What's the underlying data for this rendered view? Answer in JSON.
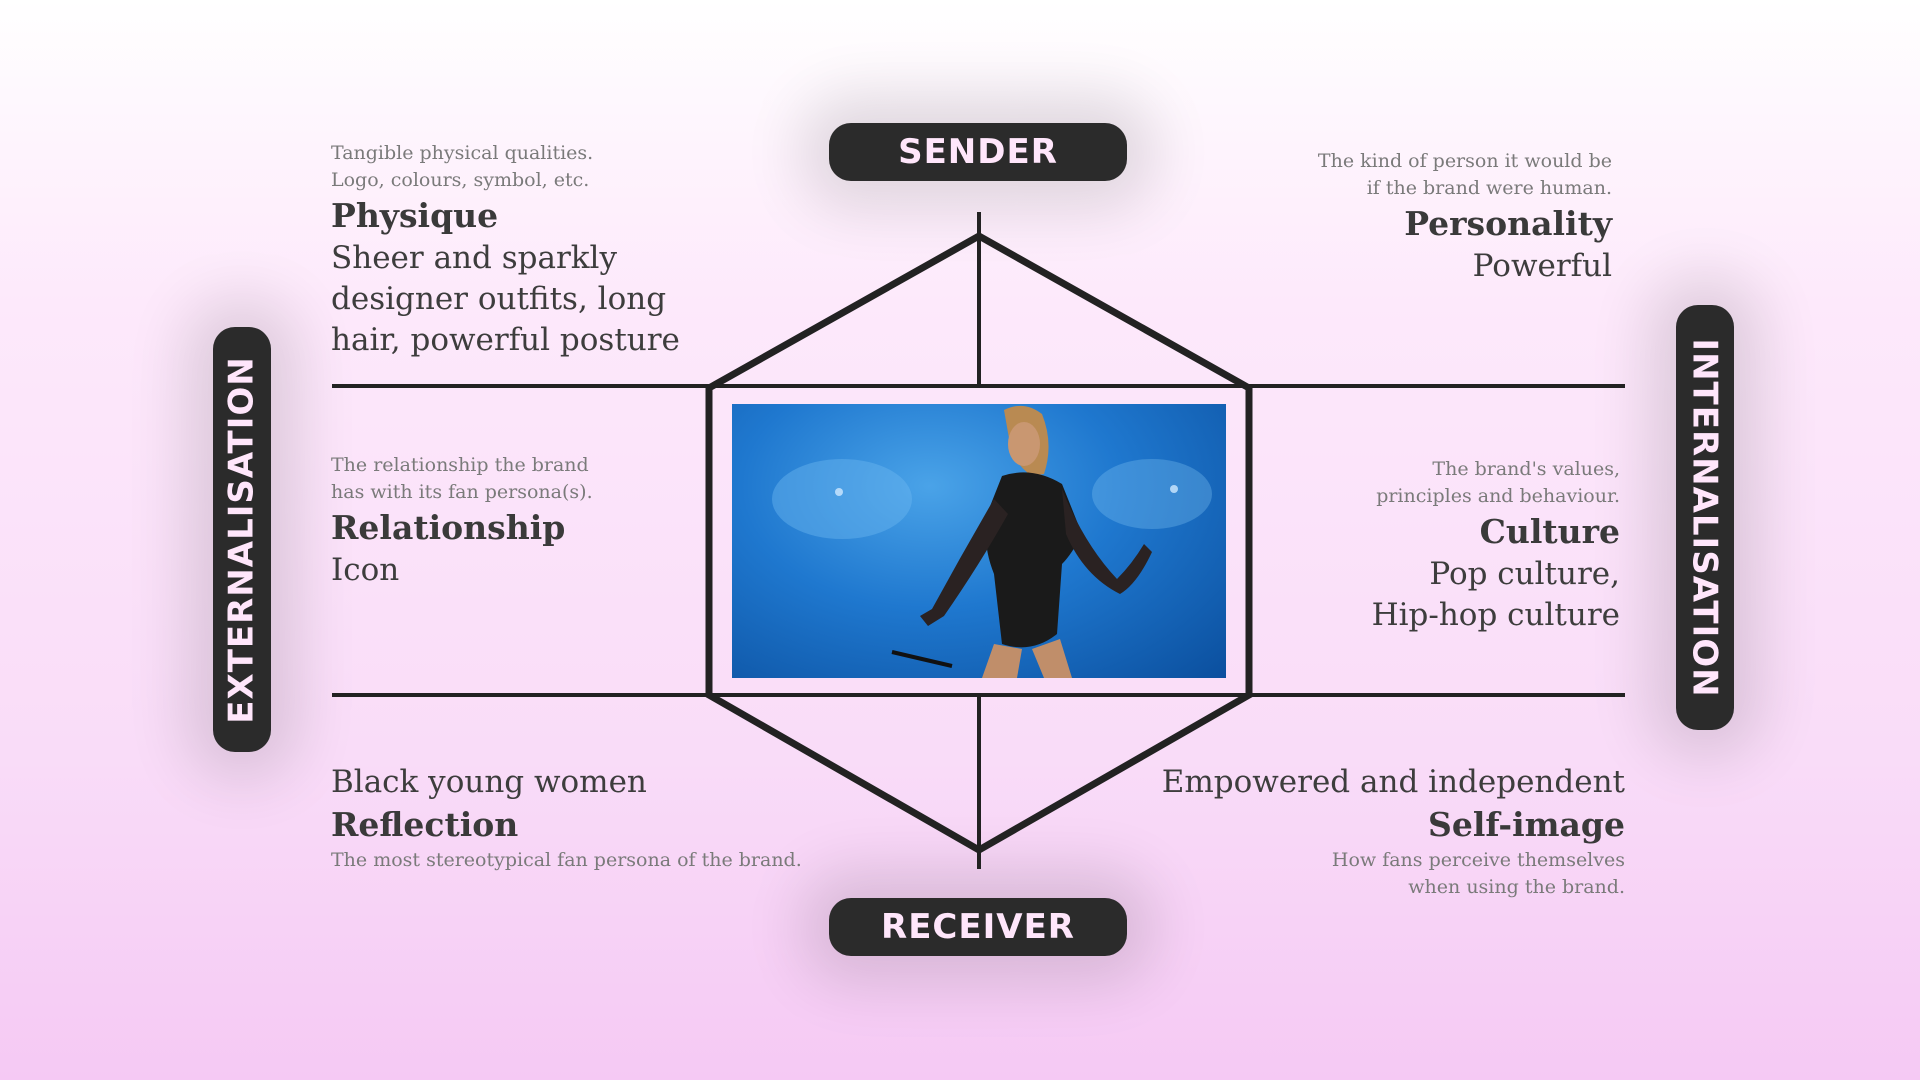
{
  "sender_label": "SENDER",
  "receiver_label": "RECEIVER",
  "externalisation_label": "EXTERNALISATION",
  "internalisation_label": "INTERNALISATION",
  "physique": {
    "desc_line1": "Tangible physical qualities.",
    "desc_line2": "Logo, colours, symbol, etc.",
    "title": "Physique",
    "value_line1": "Sheer and sparkly",
    "value_line2": "designer outfits, long",
    "value_line3": "hair, powerful posture"
  },
  "personality": {
    "desc_line1": "The kind of person it would be",
    "desc_line2": "if the brand were human.",
    "title": "Personality",
    "value_line1": "Powerful"
  },
  "relationship": {
    "desc_line1": "The relationship the brand",
    "desc_line2": "has with its fan persona(s).",
    "title": "Relationship",
    "value_line1": "Icon"
  },
  "culture": {
    "desc_line1": "The brand's values,",
    "desc_line2": "principles and behaviour.",
    "title": "Culture",
    "value_line1": "Pop culture,",
    "value_line2": "Hip-hop culture"
  },
  "reflection": {
    "value_line1": "Black young women",
    "title": "Reflection",
    "desc_line1": "The most stereotypical fan persona of the brand."
  },
  "self_image": {
    "value_line1": "Empowered and independent",
    "title": "Self-image",
    "desc_line1": "How fans perceive themselves",
    "desc_line2": "when using the brand."
  },
  "colors": {
    "pill_background": "#2b2b2b",
    "pill_text": "#ffe6fb",
    "line": "#222222"
  }
}
